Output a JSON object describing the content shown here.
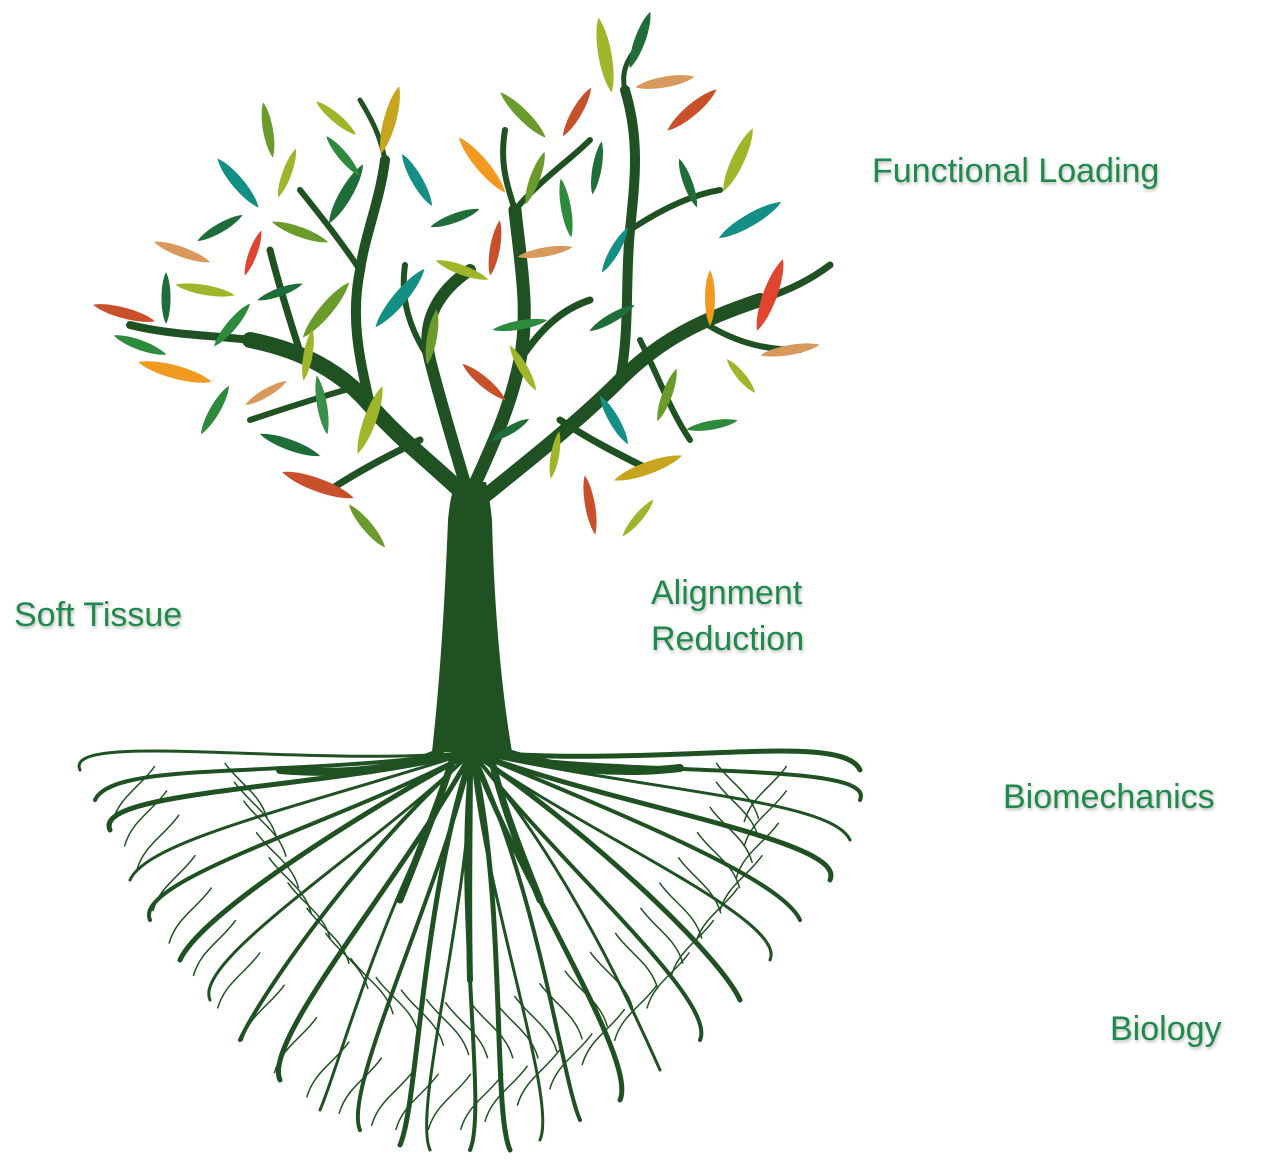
{
  "labels": {
    "functional_loading": "Functional Loading",
    "soft_tissue": "Soft Tissue",
    "alignment": "Alignment",
    "reduction": "Reduction",
    "biomechanics": "Biomechanics",
    "biology": "Biology"
  },
  "colors": {
    "label_text": "#1f8a4c",
    "trunk": "#1f5123",
    "leaves": [
      "#1f6e3a",
      "#2e8b3e",
      "#6b9a2d",
      "#9fb52a",
      "#c8a51f",
      "#f29a1f",
      "#e07b2f",
      "#c8512b",
      "#e0462f",
      "#1aa39a",
      "#148f86",
      "#3a8f4a",
      "#d9985c"
    ]
  },
  "icons": {
    "illustration": "tree-with-roots"
  }
}
